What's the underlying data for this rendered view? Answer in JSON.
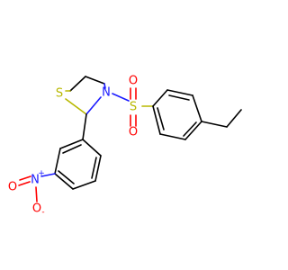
{
  "molecule": {
    "colors": {
      "carbon_bond": "#000000",
      "sulfur": "#b8b800",
      "nitrogen": "#1a1aff",
      "oxygen": "#ff0000"
    },
    "atoms": {
      "ring_sulfur": "S",
      "ring_nitrogen": "N",
      "sulfonyl_sulfur": "S",
      "sulfonyl_oxygen_top": "O",
      "sulfonyl_oxygen_bottom": "O",
      "nitro_nitrogen": "N",
      "nitro_nitrogen_charge": "+",
      "nitro_oxygen_left": "O",
      "nitro_oxygen_bottom": "O",
      "nitro_oxygen_charge": "-"
    }
  }
}
